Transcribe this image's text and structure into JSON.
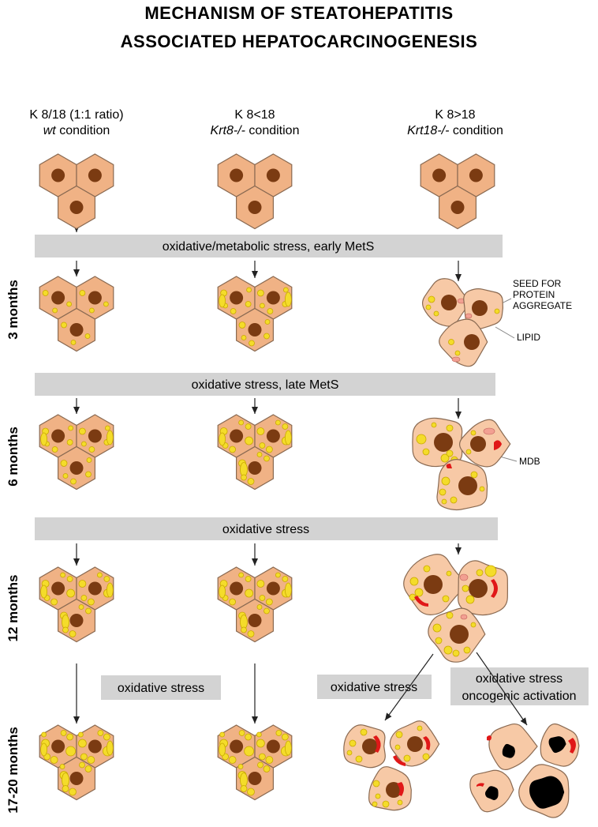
{
  "title": {
    "line1": "MECHANISM OF STEATOHEPATITIS",
    "line2": "ASSOCIATED HEPATOCARCINOGENESIS"
  },
  "columns": [
    {
      "ratio": "K 8/18 (1:1 ratio)",
      "genotype_italic": "wt",
      "genotype_suffix": " condition"
    },
    {
      "ratio": "K 8<18",
      "genotype_italic": "Krt8-/-",
      "genotype_suffix": " condition"
    },
    {
      "ratio": "K 8>18",
      "genotype_italic": "Krt18-/-",
      "genotype_suffix": " condition"
    }
  ],
  "bands": {
    "b1": "oxidative/metabolic stress, early MetS",
    "b2": "oxidative stress, late MetS",
    "b3": "oxidative stress",
    "b4_left": "oxidative stress",
    "b4_mid": "oxidative stress",
    "b4_right_line1": "oxidative stress",
    "b4_right_line2": "oncogenic activation"
  },
  "rows": [
    "3 months",
    "6 months",
    "12 months",
    "17-20 months"
  ],
  "annotations": {
    "seed_line1": "SEED FOR",
    "seed_line2": "PROTEIN",
    "seed_line3": "AGGREGATE",
    "lipid": "LIPID",
    "mdb": "MDB"
  },
  "colors": {
    "hepatocyte": "#f0b285",
    "damaged_hepatocyte": "#f7c9a6",
    "nucleus": "#7b3b12",
    "lipid": "#f4dc2a",
    "mallory_denk_body": "#e01818",
    "band": "#d3d3d3"
  }
}
